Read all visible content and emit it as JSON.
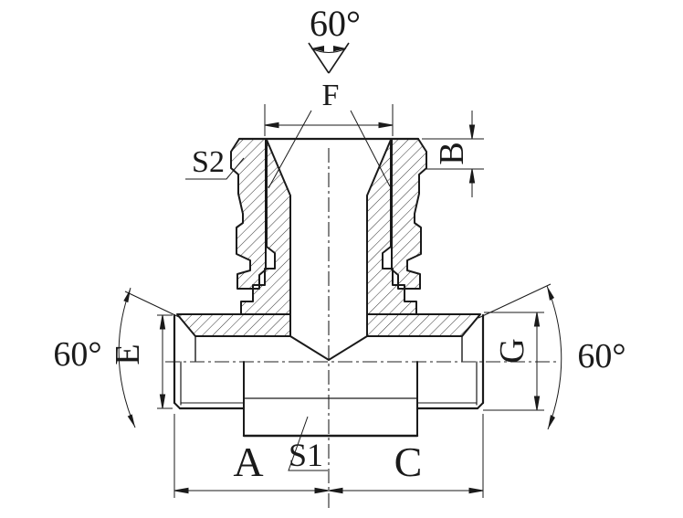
{
  "drawing": {
    "type": "technical-section-drawing",
    "subject": "tee fitting with swivel nut branch, half-section view",
    "colors": {
      "line": "#1a1a1a",
      "background": "#ffffff",
      "hatch": "#333333"
    },
    "labels": {
      "cone_angle_top": "60°",
      "dim_f": "F",
      "wrench_s2": "S2",
      "dim_b": "B",
      "dim_e": "E",
      "angle_left": "60°",
      "dim_g": "G",
      "angle_right": "60°",
      "dim_a": "A",
      "wrench_s1": "S1",
      "dim_c": "C"
    }
  }
}
